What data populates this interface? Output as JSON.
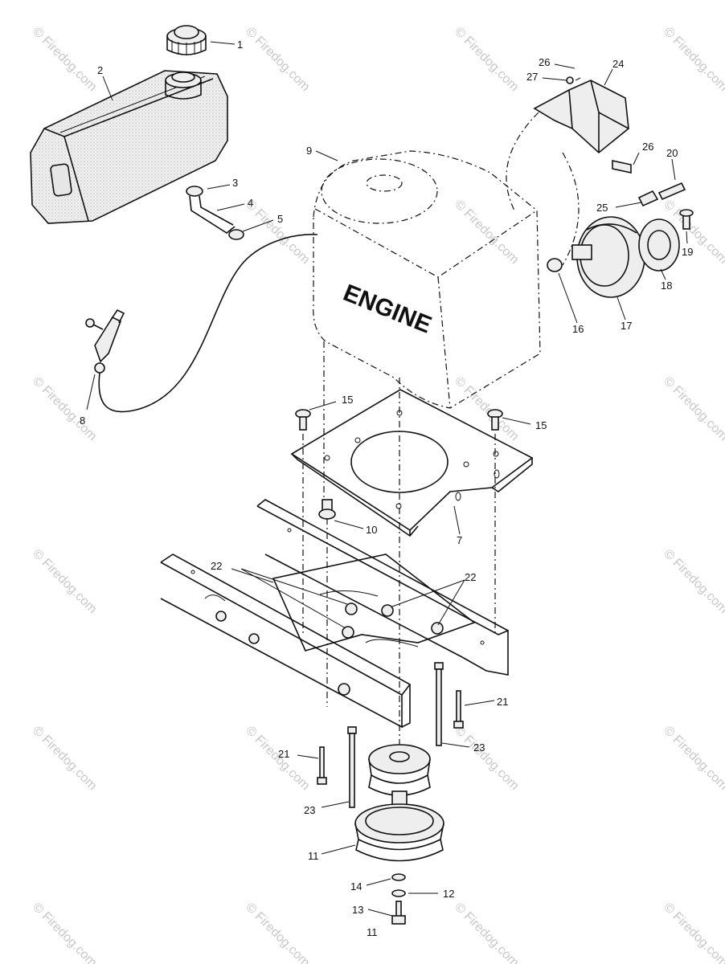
{
  "diagram": {
    "engine_label": "ENGINE",
    "watermark_text": "© Firedog.com",
    "callouts": [
      "1",
      "2",
      "3",
      "4",
      "5",
      "8",
      "9",
      "15",
      "15",
      "10",
      "7",
      "22",
      "22",
      "24",
      "26",
      "27",
      "26",
      "20",
      "25",
      "19",
      "18",
      "17",
      "16",
      "21",
      "21",
      "23",
      "23",
      "11",
      "14",
      "12",
      "13",
      "11"
    ]
  }
}
